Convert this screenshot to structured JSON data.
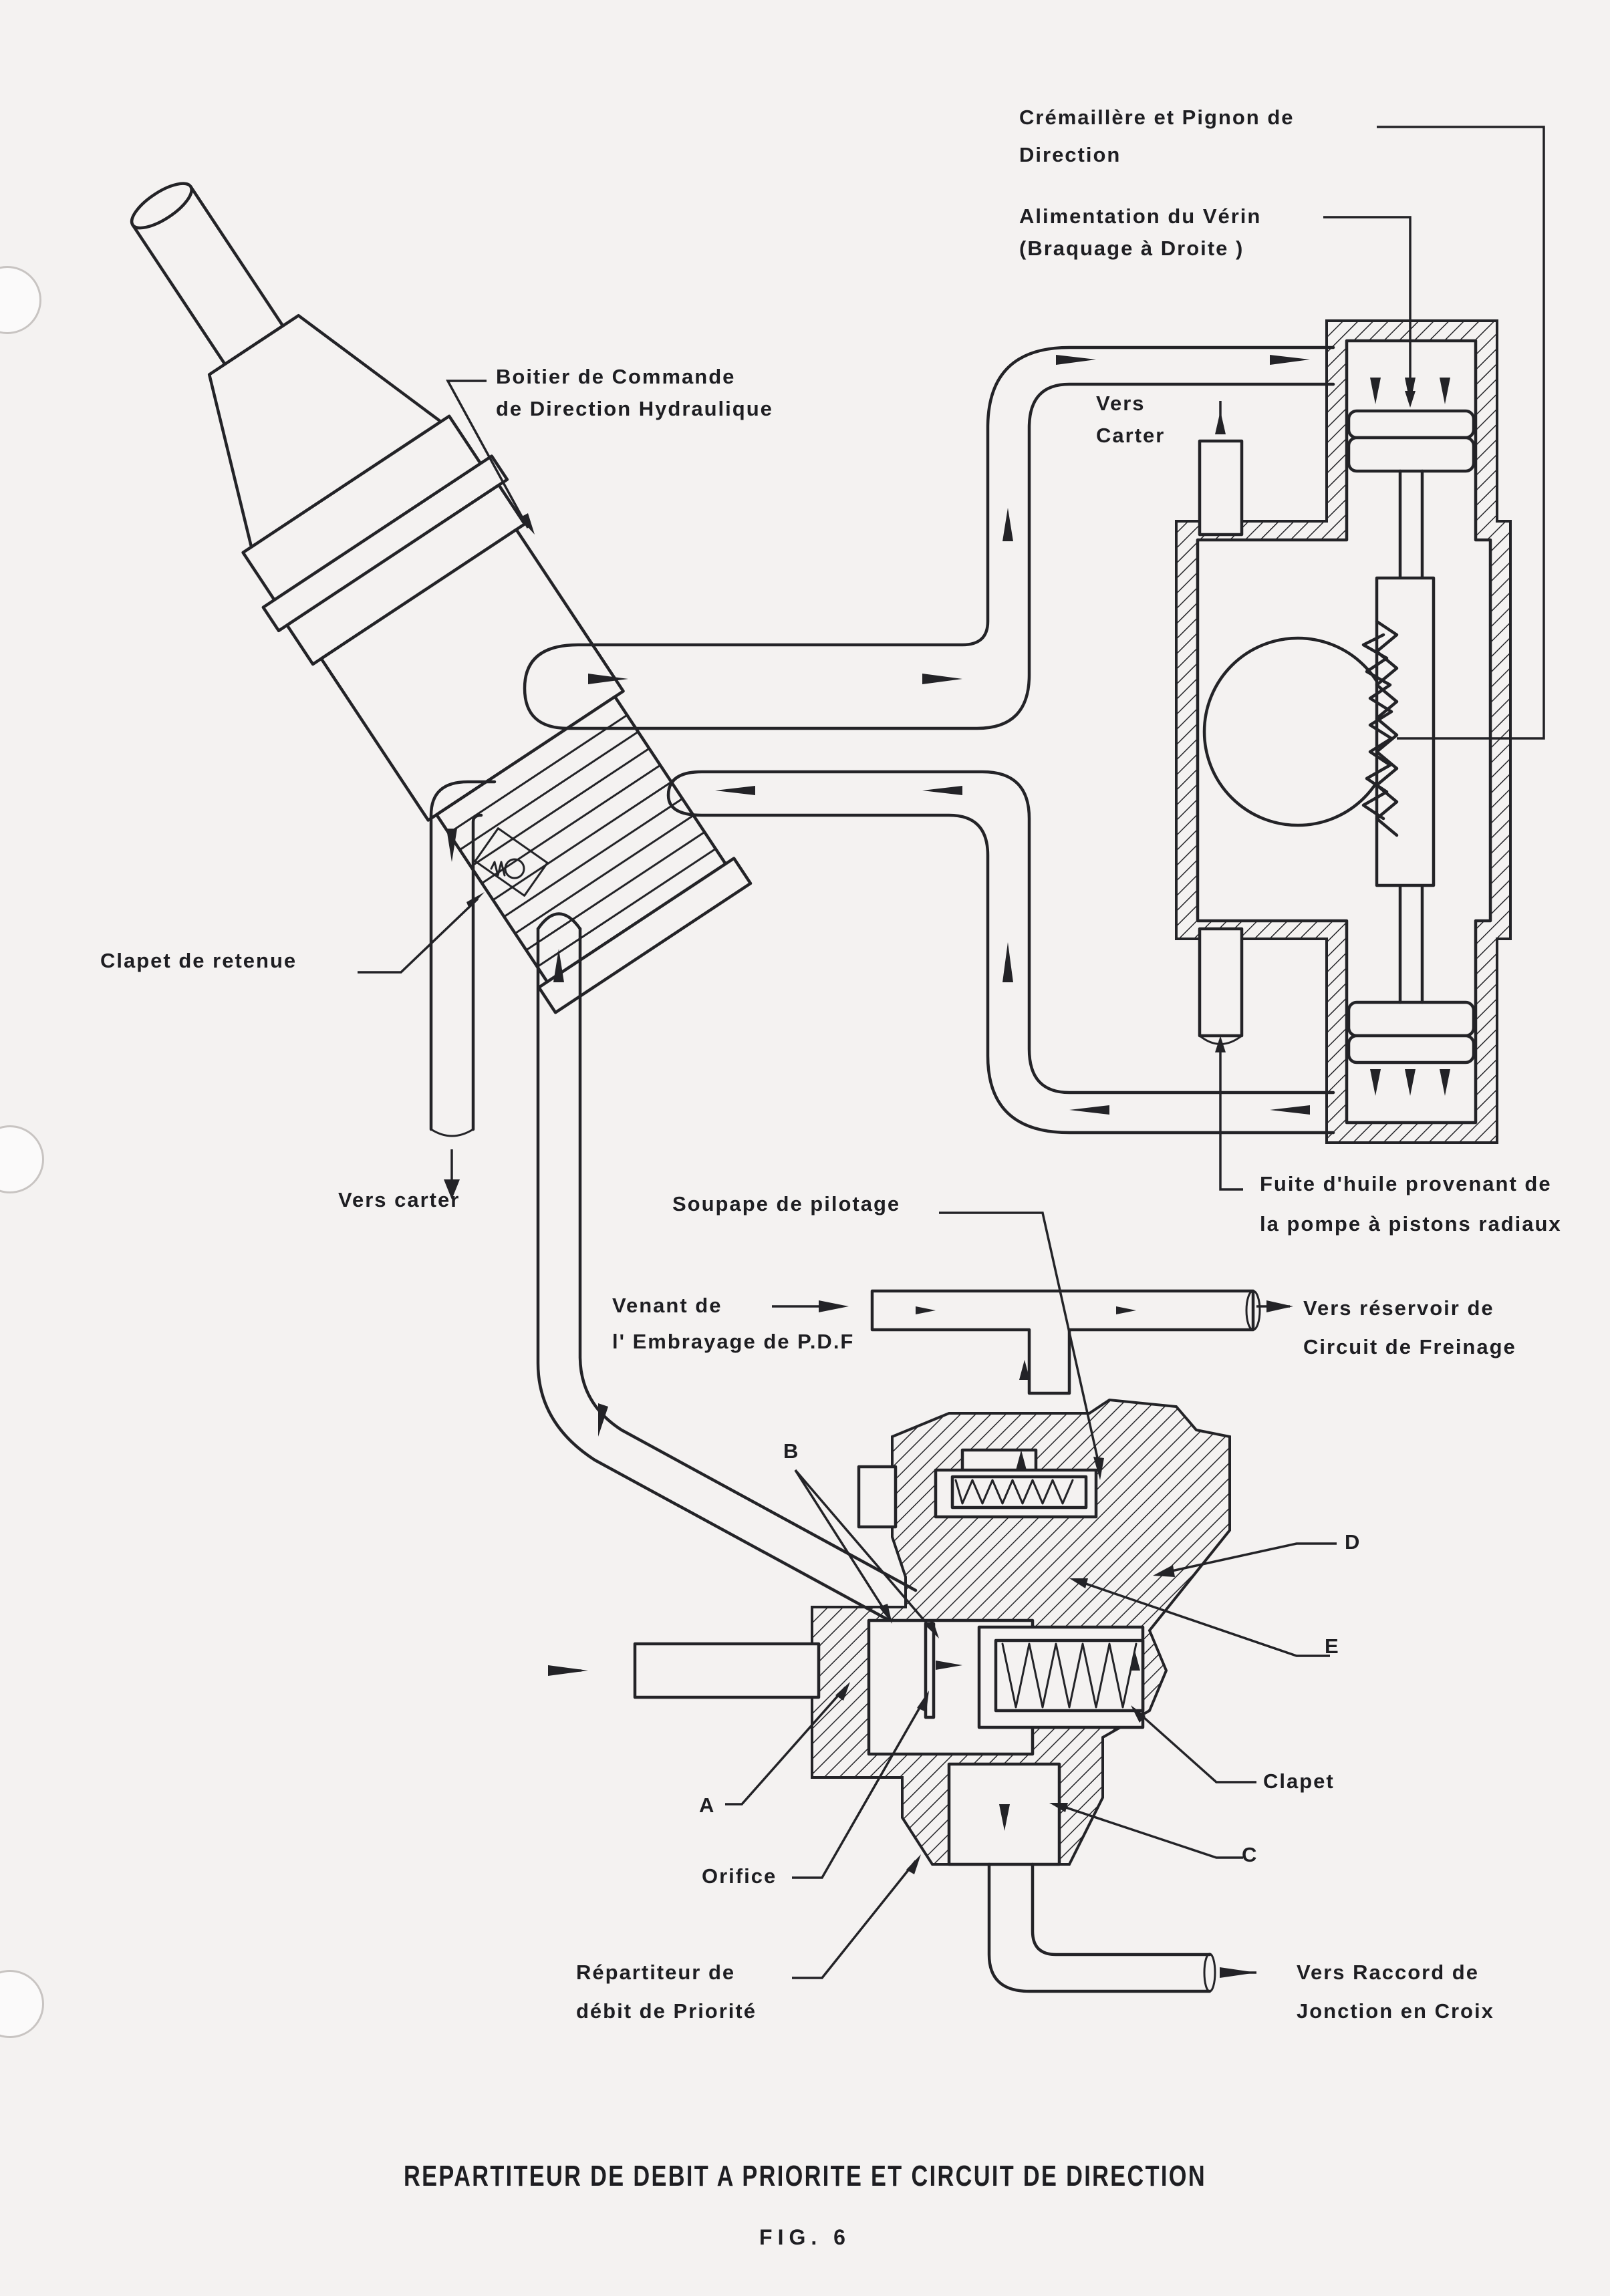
{
  "labels": {
    "rack_pinion_1": "Crémaillère et Pignon de",
    "rack_pinion_2": "Direction",
    "cylinder_feed_1": "Alimentation du Vérin",
    "cylinder_feed_2": "(Braquage à Droite )",
    "control_box_1": "Boitier de Commande",
    "control_box_2": "de Direction Hydraulique",
    "to_sump_upper_1": "Vers",
    "to_sump_upper_2": "Carter",
    "check_valve": "Clapet de retenue",
    "to_sump_lower": "Vers carter",
    "pilot_valve": "Soupape de pilotage",
    "oil_leak_1": "Fuite d'huile provenant de",
    "oil_leak_2": "la pompe à pistons radiaux",
    "from_pto_1": "Venant de",
    "from_pto_2": "l' Embrayage de P.D.F",
    "to_brake_1": "Vers réservoir de",
    "to_brake_2": "Circuit de Freinage",
    "label_b": "B",
    "label_d": "D",
    "label_e": "E",
    "label_a": "A",
    "label_c": "C",
    "clapet": "Clapet",
    "orifice": "Orifice",
    "divider_1": "Répartiteur de",
    "divider_2": "débit de Priorité",
    "to_cross_1": "Vers Raccord de",
    "to_cross_2": "Jonction en Croix"
  },
  "title": "REPARTITEUR DE DEBIT A PRIORITE ET CIRCUIT DE DIRECTION",
  "figure": "FIG. 6",
  "colors": {
    "ink": "#232327",
    "paper": "#f4f2f1"
  }
}
